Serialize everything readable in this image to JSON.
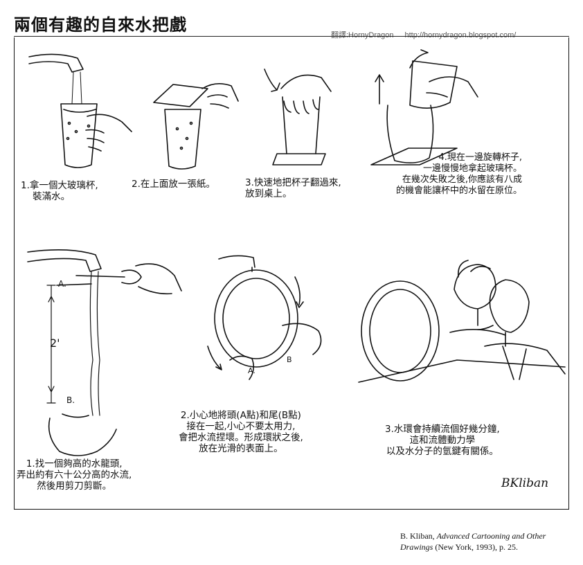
{
  "title": "兩個有趣的自來水把戲",
  "credit": {
    "translator": "翻譯:HornyDragon",
    "url": "http://hornydragon.blogspot.com/"
  },
  "trick1": {
    "step1": "1.拿一個大玻璃杯,\n    裝滿水。",
    "step2": "2.在上面放一張紙。",
    "step3": "3.快速地把杯子翻過來,\n放到桌上。",
    "step4": "4.現在一邊旋轉杯子,\n一邊慢慢地拿起玻璃杯。\n在幾次失敗之後,你應該有八成\n的機會能讓杯中的水留在原位。"
  },
  "trick2": {
    "step1": "1.找一個夠高的水龍頭,\n弄出約有六十公分高的水流,\n然後用剪刀剪斷。",
    "step2": "2.小心地將頭(A點)和尾(B點)\n接在一起,小心不要太用力,\n會把水流捏壞。形成環狀之後,\n放在光滑的表面上。",
    "step3": "3.水環會持續流個好幾分鐘,\n這和流體動力學\n以及水分子的氫鍵有關係。"
  },
  "drawing_labels": {
    "point_a": "A.",
    "point_b": "B.",
    "height": "2'",
    "ring_a": "A.",
    "ring_b": "B"
  },
  "signature": "BKliban",
  "citation": {
    "author": "B. Kliban, ",
    "work_line1": "Advanced Cartooning and Other",
    "work_line2": "Drawings",
    "pub": " (New York, 1993), p. 25."
  }
}
